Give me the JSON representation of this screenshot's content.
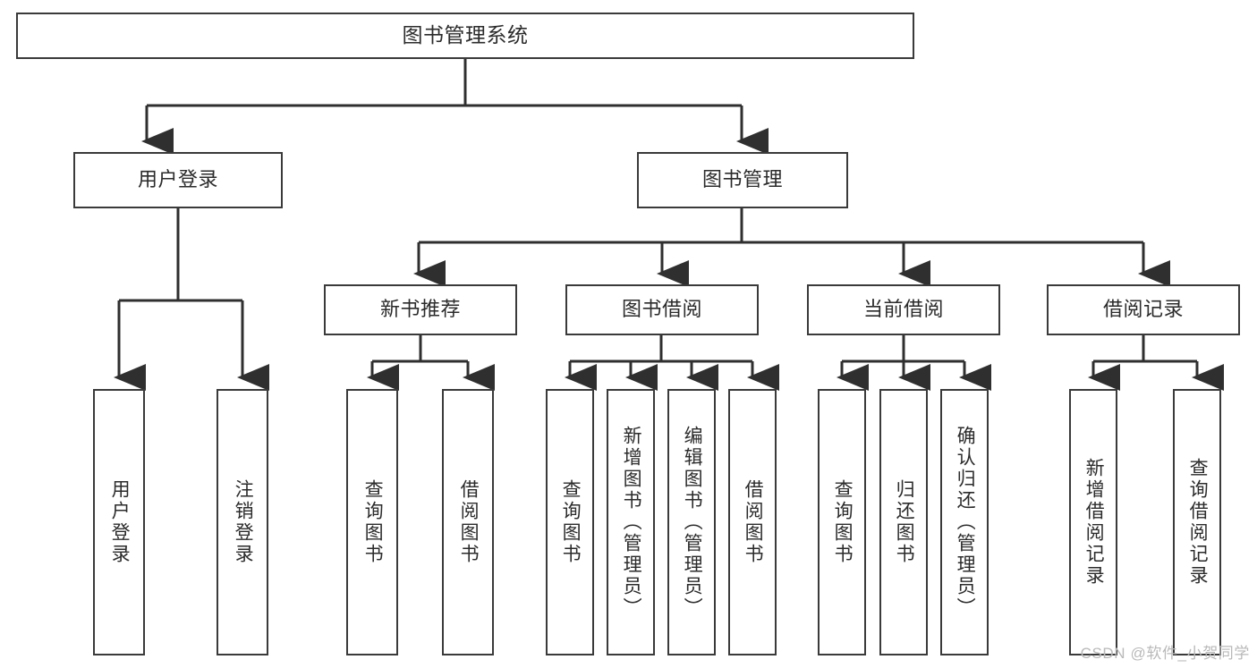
{
  "diagram": {
    "title": "图书管理系统",
    "watermark": "CSDN @软件_小贺同学",
    "colors": {
      "box_border": "#3a3a3a",
      "box_fill": "#ffffff",
      "edge": "#2f2f2f",
      "text": "#2b2b2b",
      "watermark": "#b9b9b9",
      "background": "#ffffff"
    },
    "root": {
      "label": "图书管理系统"
    },
    "level1": [
      {
        "label": "用户登录"
      },
      {
        "label": "图书管理"
      }
    ],
    "level2": [
      {
        "label": "新书推荐"
      },
      {
        "label": "图书借阅"
      },
      {
        "label": "当前借阅"
      },
      {
        "label": "借阅记录"
      }
    ],
    "leaves": {
      "user_login": [
        {
          "label": "用户登录"
        },
        {
          "label": "注销登录"
        }
      ],
      "new_book_recommend": [
        {
          "label": "查询图书"
        },
        {
          "label": "借阅图书"
        }
      ],
      "book_borrow": [
        {
          "label": "查询图书"
        },
        {
          "label": "新增图书（管理员）"
        },
        {
          "label": "编辑图书（管理员）"
        },
        {
          "label": "借阅图书"
        }
      ],
      "current_borrow": [
        {
          "label": "查询图书"
        },
        {
          "label": "归还图书"
        },
        {
          "label": "确认归还（管理员）"
        }
      ],
      "borrow_record": [
        {
          "label": "新增借阅记录"
        },
        {
          "label": "查询借阅记录"
        }
      ]
    }
  }
}
